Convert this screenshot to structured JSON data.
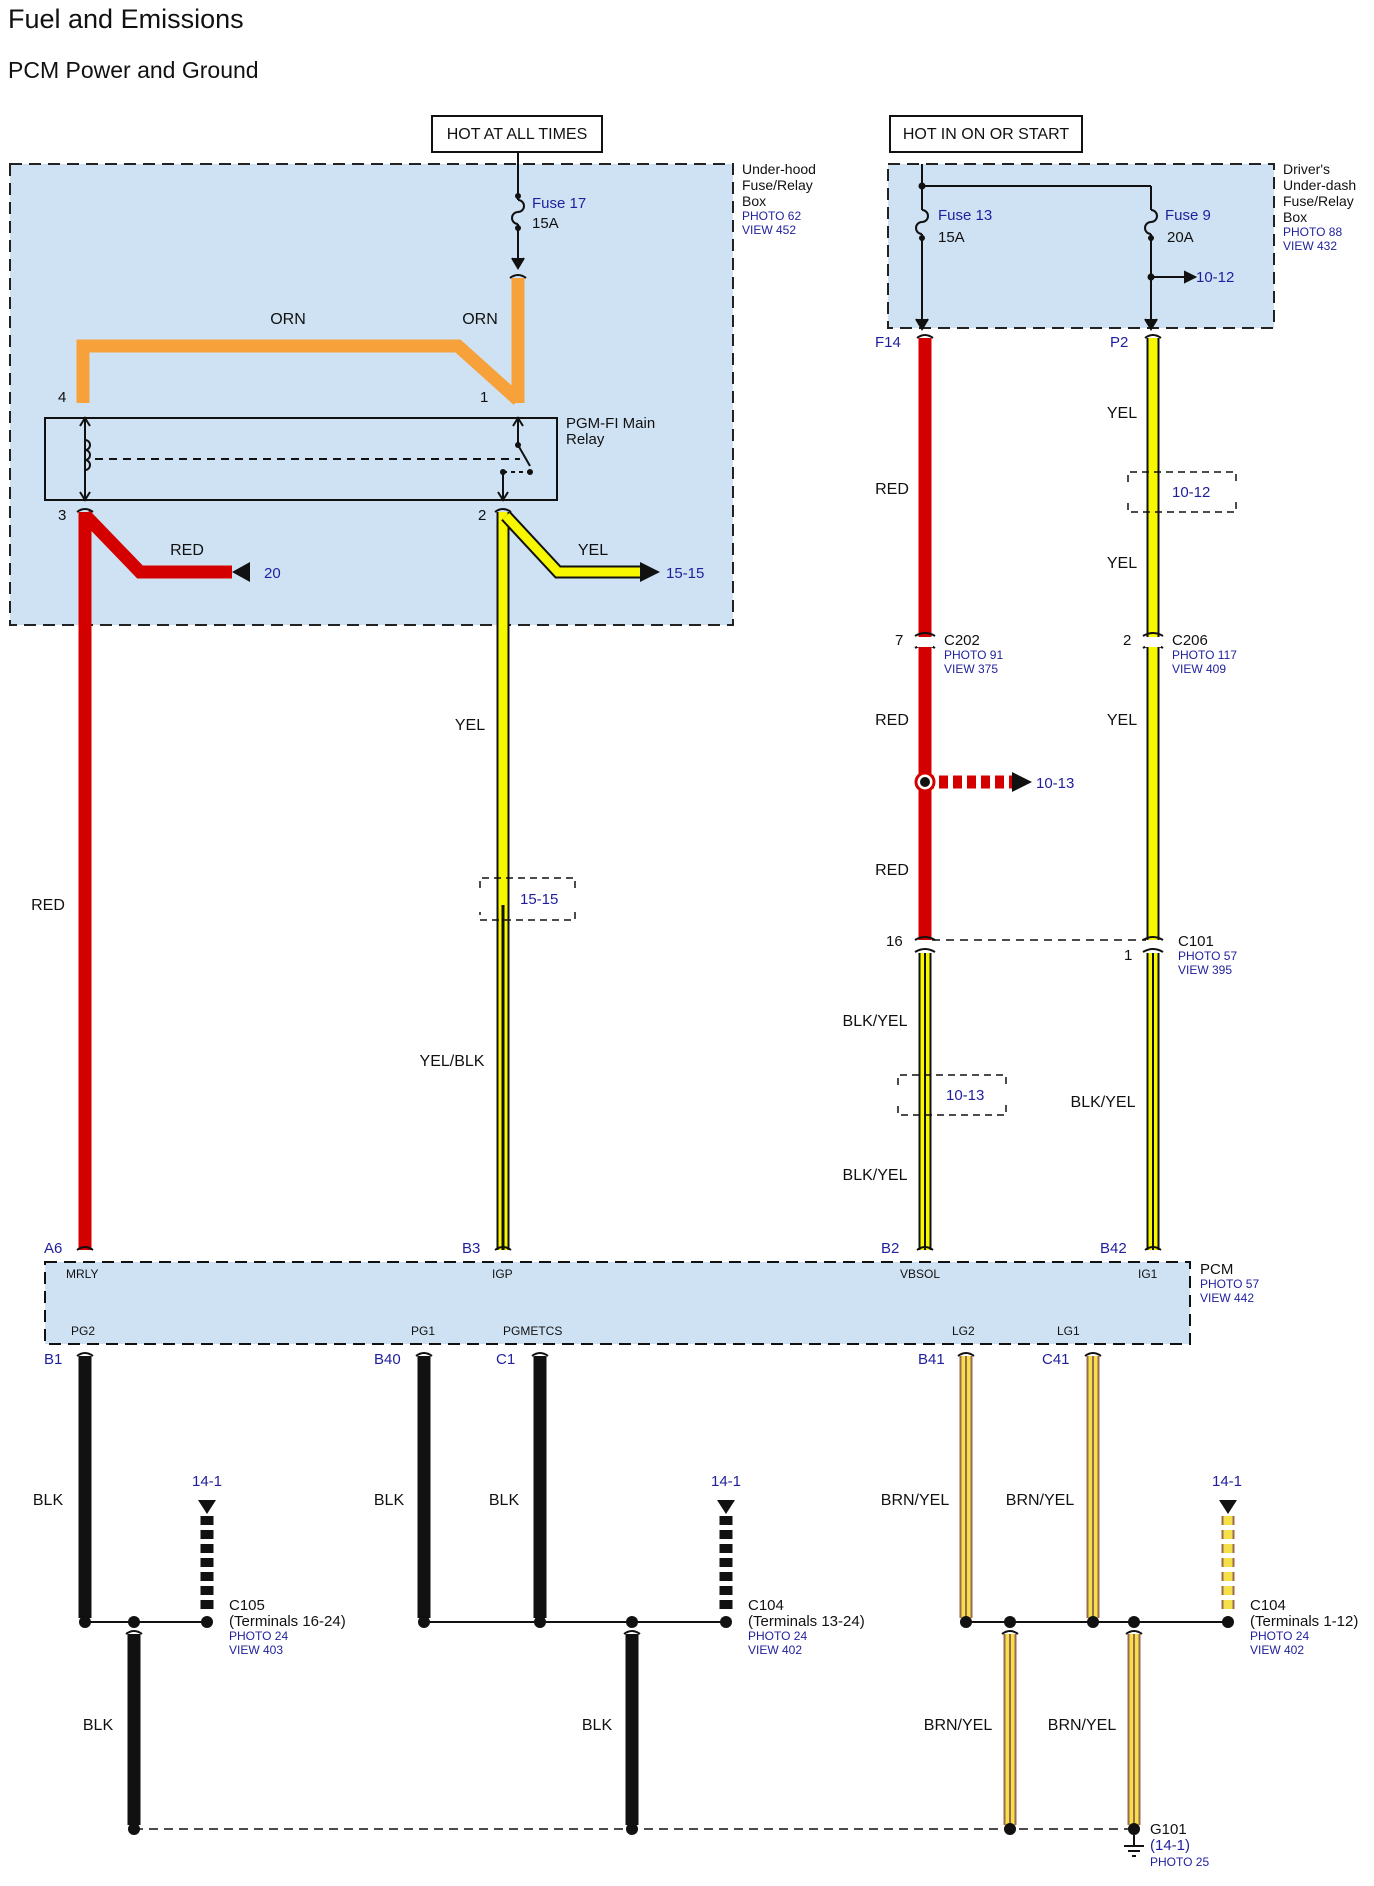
{
  "title": "Fuel and Emissions",
  "subtitle": "PCM Power and Ground",
  "headers": {
    "hot_all": "HOT AT ALL TIMES",
    "hot_on": "HOT IN ON OR START"
  },
  "colors": {
    "box_fill": "#cfe2f4",
    "link_blue": "#1f1f9c",
    "wire_red": "#d40000",
    "wire_orange": "#f6a13a",
    "wire_yellow": "#f7f700",
    "wire_black": "#111111",
    "wire_brown": "#9c6a4d"
  },
  "underhood_box": {
    "l1": "Under-hood",
    "l2": "Fuse/Relay",
    "l3": "Box",
    "photo": "PHOTO 62",
    "view": "VIEW 452"
  },
  "underdash_box": {
    "l1": "Driver's",
    "l2": "Under-dash",
    "l3": "Fuse/Relay",
    "l4": "Box",
    "photo": "PHOTO 88",
    "view": "VIEW 432"
  },
  "fuse17": {
    "name": "Fuse 17",
    "rating": "15A"
  },
  "fuse13": {
    "name": "Fuse 13",
    "rating": "15A"
  },
  "fuse9": {
    "name": "Fuse 9",
    "rating": "20A",
    "ref": "10-12"
  },
  "relay": {
    "l1": "PGM-FI Main",
    "l2": "Relay",
    "pin4": "4",
    "pin1": "1",
    "pin3": "3",
    "pin2": "2"
  },
  "wires": {
    "orn": "ORN",
    "red": "RED",
    "yel": "YEL",
    "yel_blk": "YEL/BLK",
    "blk_yel": "BLK/YEL",
    "blk": "BLK",
    "brn_yel": "BRN/YEL"
  },
  "refs": {
    "r20": "20",
    "r1515": "15-15",
    "r1012": "10-12",
    "r1013": "10-13",
    "r141": "14-1"
  },
  "terminals": {
    "f14": "F14",
    "p2": "P2",
    "a6": "A6",
    "b3": "B3",
    "b2": "B2",
    "b42": "B42",
    "b1": "B1",
    "b40": "B40",
    "c1": "C1",
    "b41": "B41",
    "c41": "C41"
  },
  "c202": {
    "name": "C202",
    "pin": "7",
    "photo": "PHOTO 91",
    "view": "VIEW 375"
  },
  "c206": {
    "name": "C206",
    "pin": "2",
    "photo": "PHOTO 117",
    "view": "VIEW 409"
  },
  "c101": {
    "name": "C101",
    "pin16": "16",
    "pin1": "1",
    "photo": "PHOTO 57",
    "view": "VIEW 395"
  },
  "pcm": {
    "name": "PCM",
    "photo": "PHOTO 57",
    "view": "VIEW 442",
    "mrly": "MRLY",
    "igp": "IGP",
    "vbsol": "VBSOL",
    "ig1": "IG1",
    "pg2": "PG2",
    "pg1": "PG1",
    "pgmetcs": "PGMETCS",
    "lg2": "LG2",
    "lg1": "LG1"
  },
  "c105": {
    "name": "C105",
    "terms": "(Terminals 16-24)",
    "photo": "PHOTO 24",
    "view": "VIEW 403"
  },
  "c104a": {
    "name": "C104",
    "terms": "(Terminals 13-24)",
    "photo": "PHOTO 24",
    "view": "VIEW 402"
  },
  "c104b": {
    "name": "C104",
    "terms": "(Terminals 1-12)",
    "photo": "PHOTO 24",
    "view": "VIEW 402"
  },
  "g101": {
    "name": "G101",
    "ref": "(14-1)",
    "photo": "PHOTO 25"
  }
}
